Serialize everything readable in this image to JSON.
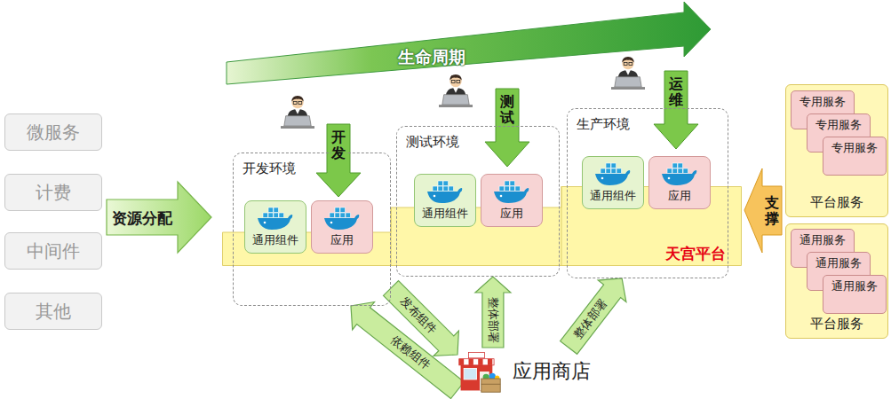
{
  "diagram": {
    "nodes": [
      {
        "text": [
          "微服务"
        ]
      },
      {
        "text": [
          "计费"
        ]
      },
      {
        "text": [
          "中间件"
        ]
      },
      {
        "text": [
          "其他"
        ]
      },
      {
        "text": [
          "天宫平台"
        ]
      },
      {
        "text": [
          "开发环境"
        ]
      },
      {
        "text": [
          "通用组件"
        ],
        "in": 5
      },
      {
        "text": [
          "应用"
        ],
        "in": 5
      },
      {
        "text": [
          "测试环境"
        ]
      },
      {
        "text": [
          "通用组件"
        ],
        "in": 8
      },
      {
        "text": [
          "应用"
        ],
        "in": 8
      },
      {
        "text": [
          "生产环境"
        ]
      },
      {
        "text": [
          "通用组件"
        ],
        "in": 11
      },
      {
        "text": [
          "应用"
        ],
        "in": 11
      },
      {
        "text": [
          "应用商店"
        ]
      },
      {
        "text": [
          "平台服务"
        ]
      },
      {
        "text": [
          "专用服务"
        ],
        "in": 15
      },
      {
        "text": [
          "专用服务"
        ],
        "in": 15
      },
      {
        "text": [
          "专用服务"
        ],
        "in": 15
      },
      {
        "text": [
          "平台服务"
        ]
      },
      {
        "text": [
          "通用服务"
        ],
        "in": 19
      },
      {
        "text": [
          "通用服务"
        ],
        "in": 19
      },
      {
        "text": [
          "通用服务"
        ],
        "in": 19
      }
    ],
    "edges": [
      {
        "from": 14,
        "to": 5,
        "label": "依赖组件",
        "arrow": "to"
      },
      {
        "from": 5,
        "to": 14,
        "label": "发布组件",
        "arrow": "to"
      },
      {
        "from": 14,
        "to": 8,
        "label": "整体部署",
        "arrow": "to"
      },
      {
        "from": 14,
        "to": 11,
        "label": "整体部署",
        "arrow": "to"
      }
    ],
    "labels": [
      "生命周期",
      "资源分配",
      "开发",
      "测试",
      "运维",
      "支撑"
    ]
  }
}
